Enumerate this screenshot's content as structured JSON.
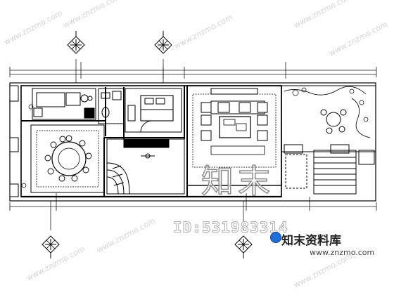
{
  "plan": {
    "line_color": "#000000",
    "dim_color": "#1a1a1a",
    "watermark_color": "#c8c8c8",
    "compass_icon": "north-arrow-diamond-icon"
  },
  "watermarks": {
    "repeat_text": "www.znzmo.com",
    "logo_text": "知末",
    "id_text": "ID:531983314",
    "brand_cn": "知末资料库",
    "brand_url": "www.znzmo.com"
  }
}
